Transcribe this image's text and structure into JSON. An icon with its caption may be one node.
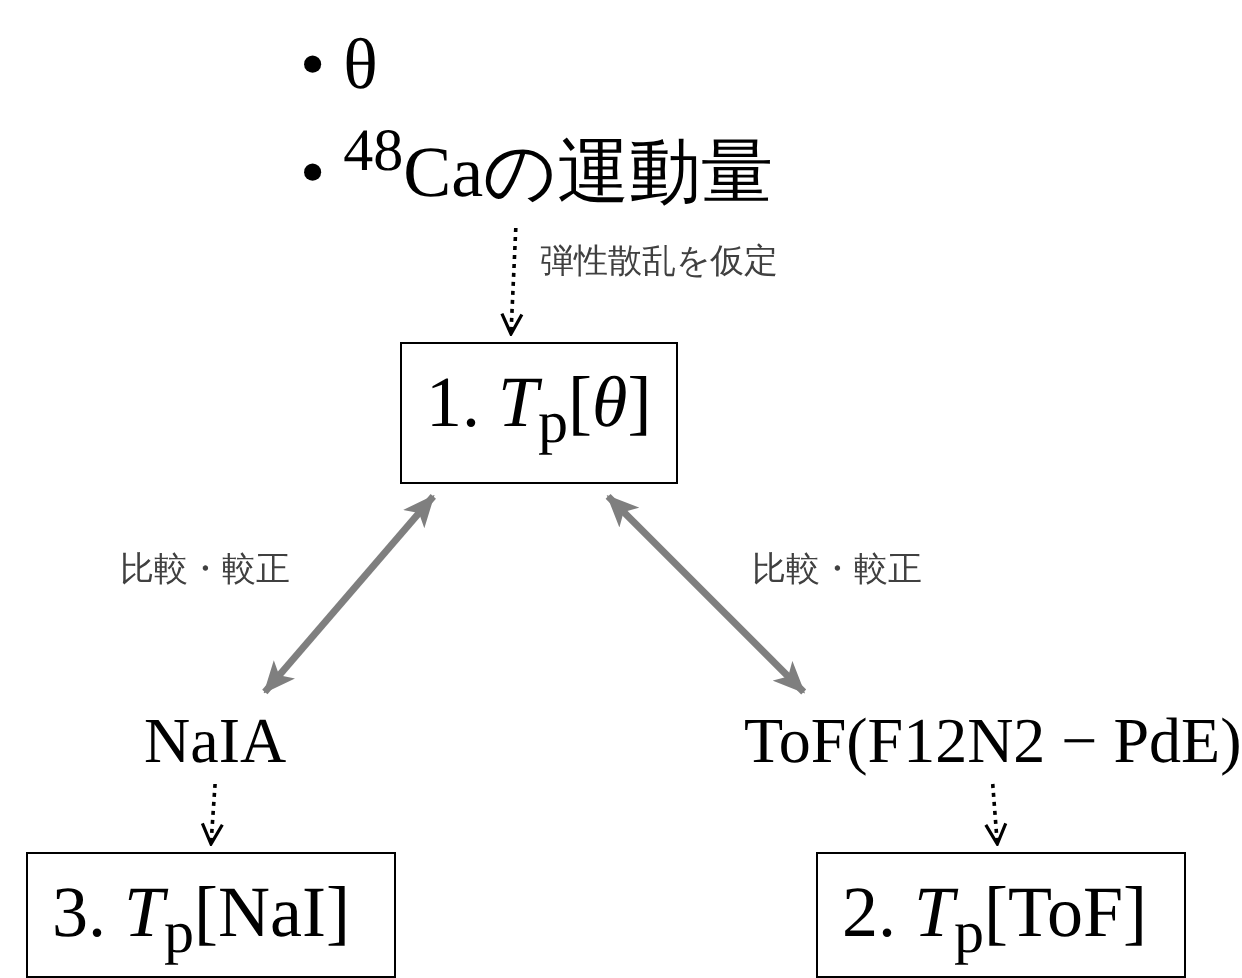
{
  "diagram": {
    "nodes": [
      {
        "text": [
          "• θ",
          "• $^{48}$Caの運動量"
        ]
      },
      {
        "text": [
          "1. *T*$_{p}$[*θ*]"
        ]
      },
      {
        "text": [
          "NaIA"
        ]
      },
      {
        "text": [
          "ToF(F12N2 − PdE)"
        ]
      },
      {
        "text": [
          "3. *T*$_{p}$[NaI]"
        ]
      },
      {
        "text": [
          "2. *T*$_{p}$[ToF]"
        ]
      }
    ],
    "edges": [
      {
        "from": 0,
        "to": 1,
        "arrow": "to",
        "style": "dashed",
        "label": "弾性散乱を仮定"
      },
      {
        "from": 1,
        "to": 2,
        "arrow": "both",
        "style": "thick",
        "color": "#7f7f7f",
        "label": "比較・較正"
      },
      {
        "from": 1,
        "to": 3,
        "arrow": "both",
        "style": "thick",
        "color": "#7f7f7f",
        "label": "比較・較正"
      },
      {
        "from": 2,
        "to": 4,
        "arrow": "to",
        "style": "dashed"
      },
      {
        "from": 3,
        "to": 5,
        "arrow": "to",
        "style": "dashed"
      }
    ]
  }
}
